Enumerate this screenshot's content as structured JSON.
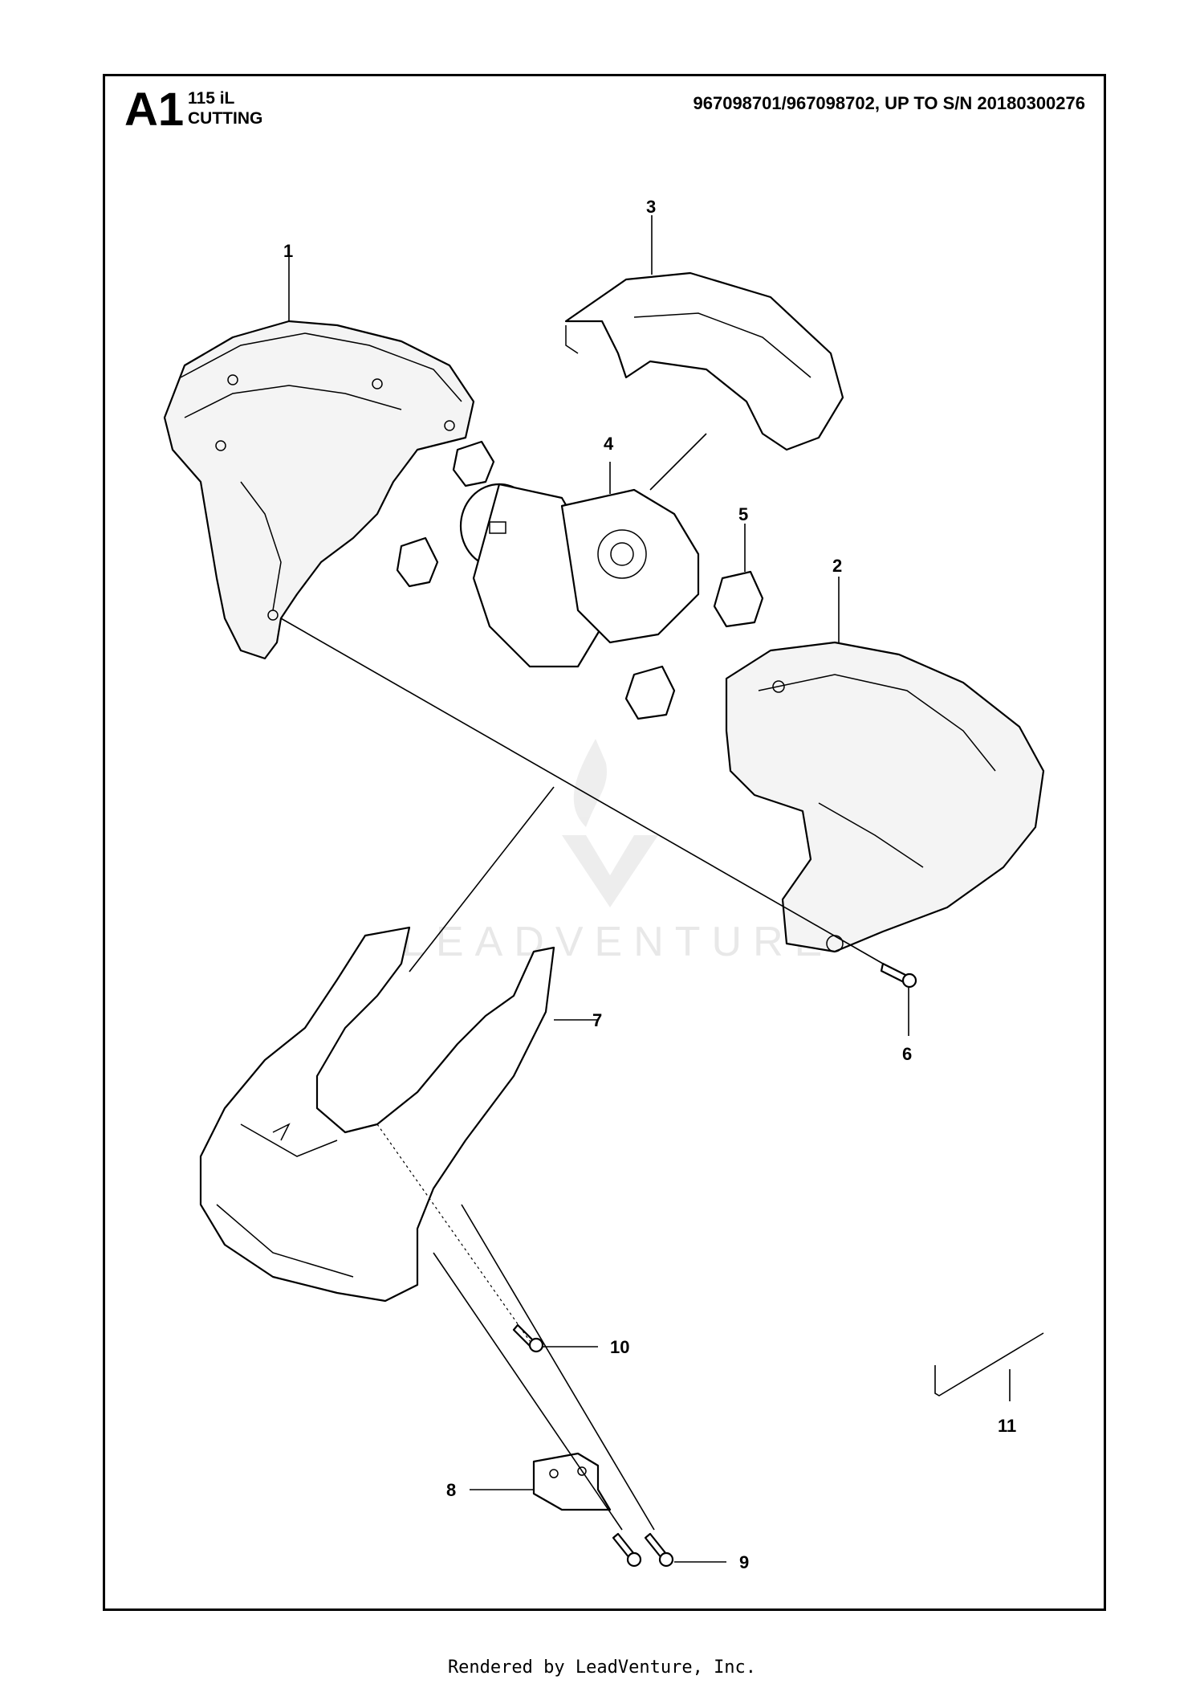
{
  "header": {
    "page_code": "A1",
    "model": "115 iL",
    "section": "CUTTING",
    "part_numbers": "967098701/967098702, UP TO S/N 20180300276"
  },
  "callouts": [
    "1",
    "2",
    "3",
    "4",
    "5",
    "6",
    "7",
    "8",
    "9",
    "10",
    "11"
  ],
  "watermark": "LEADVENTURE",
  "footer": "Rendered by LeadVenture, Inc."
}
